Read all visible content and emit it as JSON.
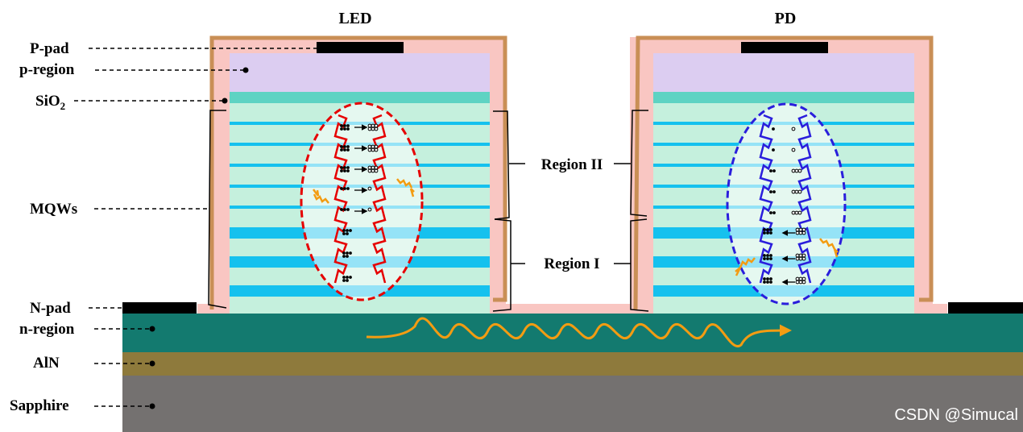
{
  "titles": {
    "led": "LED",
    "pd": "PD"
  },
  "layer_labels": {
    "p_pad": "P-pad",
    "p_region": "p-region",
    "sio2_main": "SiO",
    "sio2_sub": "2",
    "mqws": "MQWs",
    "n_pad": "N-pad",
    "n_region": "n-region",
    "aln": "AlN",
    "sapphire": "Sapphire"
  },
  "region_labels": {
    "region_2": "Region II",
    "region_1": "Region I"
  },
  "watermark": "CSDN @Simucal",
  "colors": {
    "sapphire": "#747170",
    "aln": "#8e7a3c",
    "n_region": "#137a6f",
    "passivation": "#f9c6c2",
    "pad_outline": "#c98f56",
    "p_region": "#dccdf1",
    "sio2": "#5ed3c3",
    "barrier": "#c5f0dd",
    "well": "#15c1ee",
    "led_band": "#e60000",
    "pd_band": "#2a1edc",
    "photon": "#f39c12",
    "metal": "#000000"
  }
}
